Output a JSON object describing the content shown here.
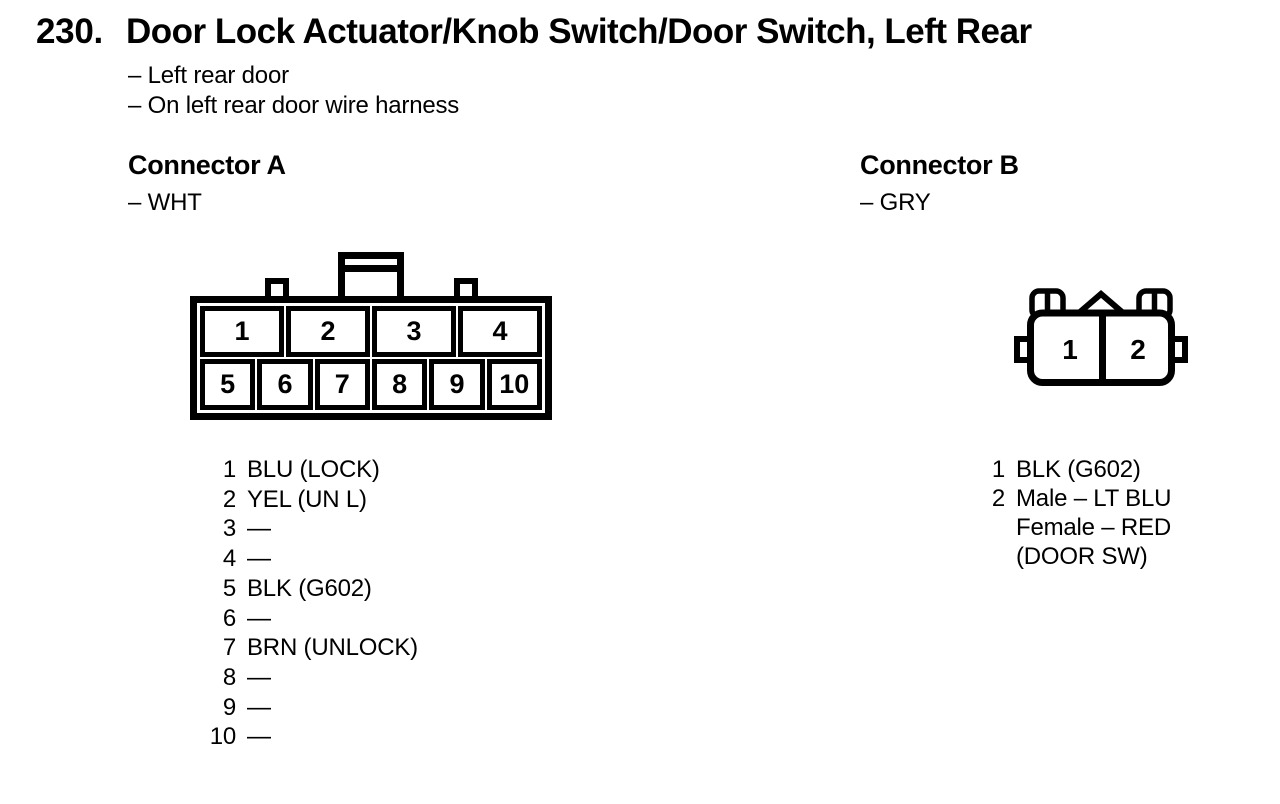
{
  "header": {
    "number": "230.",
    "title": "Door Lock Actuator/Knob Switch/Door Switch, Left Rear",
    "notes": [
      "– Left rear door",
      "– On left rear door wire harness"
    ]
  },
  "connector_a": {
    "heading": "Connector A",
    "color_note": "– WHT",
    "diagram": {
      "top_row_pins": [
        "1",
        "2",
        "3",
        "4"
      ],
      "bottom_row_pins": [
        "5",
        "6",
        "7",
        "8",
        "9",
        "10"
      ]
    },
    "pins": [
      {
        "num": "1",
        "label": "BLU (LOCK)"
      },
      {
        "num": "2",
        "label": "YEL (UN L)"
      },
      {
        "num": "3",
        "label": "—"
      },
      {
        "num": "4",
        "label": "—"
      },
      {
        "num": "5",
        "label": "BLK (G602)"
      },
      {
        "num": "6",
        "label": "—"
      },
      {
        "num": "7",
        "label": "BRN (UNLOCK)"
      },
      {
        "num": "8",
        "label": "—"
      },
      {
        "num": "9",
        "label": "—"
      },
      {
        "num": "10",
        "label": "—"
      }
    ]
  },
  "connector_b": {
    "heading": "Connector B",
    "color_note": "– GRY",
    "diagram": {
      "pins": [
        "1",
        "2"
      ]
    },
    "pins": [
      {
        "num": "1",
        "lines": [
          "BLK (G602)"
        ]
      },
      {
        "num": "2",
        "lines": [
          "Male – LT BLU",
          "Female – RED",
          "(DOOR SW)"
        ]
      }
    ]
  },
  "colors": {
    "ink": "#000000",
    "paper": "#ffffff"
  }
}
